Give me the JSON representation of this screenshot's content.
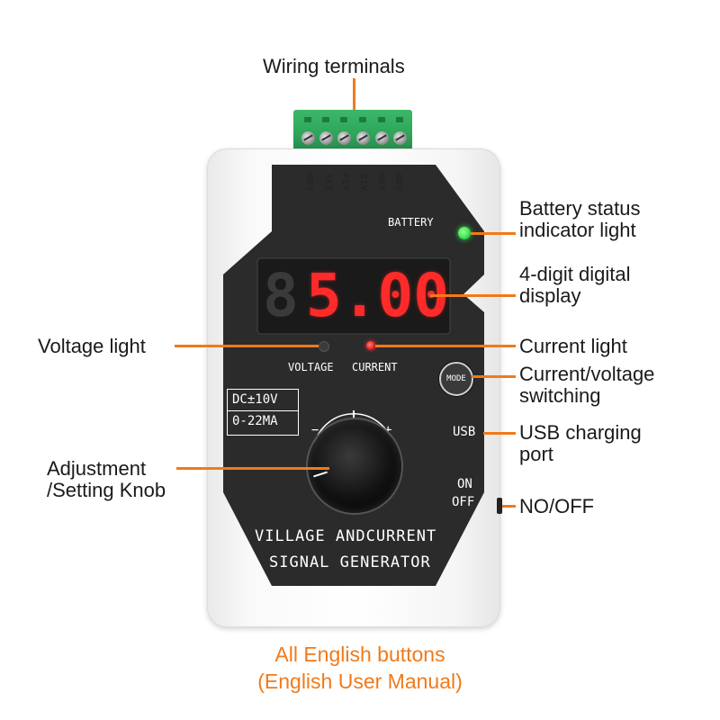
{
  "callouts": {
    "wiring_terminals": "Wiring terminals",
    "battery_status_line1": "Battery status",
    "battery_status_line2": "indicator light",
    "digital_display_line1": "4-digit digital",
    "digital_display_line2": "display",
    "voltage_light": "Voltage light",
    "current_light": "Current light",
    "switching_line1": "Current/voltage",
    "switching_line2": "switching",
    "usb_line1": "USB charging",
    "usb_line2": "port",
    "knob_line1": "Adjustment",
    "knob_line2": "/Setting Knob",
    "power": "NO/OFF"
  },
  "device": {
    "terminals": [
      "GND",
      "24V",
      "AI+",
      "AIO",
      "AVO",
      "GND"
    ],
    "battery_label": "BATTERY",
    "display_value": "5.00",
    "display_ghost_digit": "8",
    "voltage_label": "VOLTAGE",
    "current_label": "CURRENT",
    "mode_label": "MODE",
    "range_line1": "DC±10V",
    "range_line2": "0-22MA",
    "knob_minus": "−",
    "knob_plus": "+",
    "usb_label": "USB",
    "on_label": "ON",
    "off_label": "OFF",
    "title_line1": "VILLAGE ANDCURRENT",
    "title_line2": "SIGNAL GENERATOR"
  },
  "caption": {
    "line1": "All English buttons",
    "line2": "(English User Manual)"
  },
  "colors": {
    "accent": "#f07a1a",
    "panel": "#2b2b2b",
    "display_red": "#ff2a2a",
    "battery_led": "#35e04a",
    "terminal_green": "#2ea55a"
  }
}
